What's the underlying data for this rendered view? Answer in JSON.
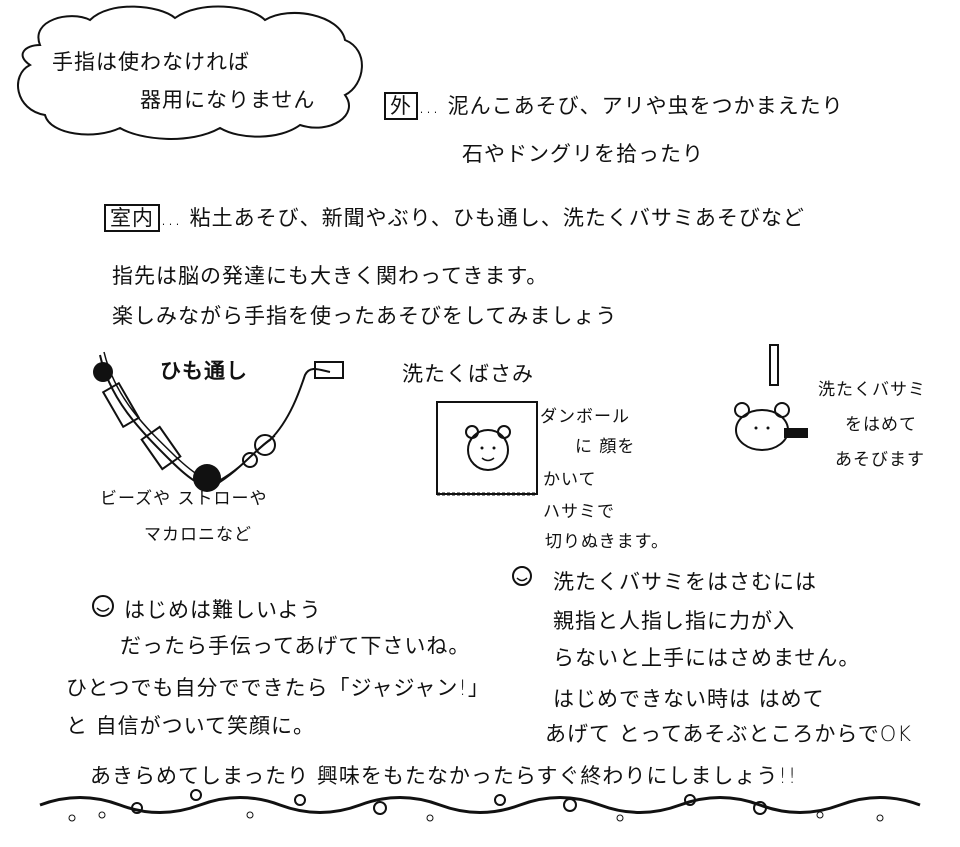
{
  "title_cloud": {
    "line1": "手指は使わなければ",
    "line2": "器用になりません"
  },
  "outdoor": {
    "label": "外",
    "line1": "… 泥んこあそび、アリや虫をつかまえたり",
    "line2": "石やドングリを拾ったり"
  },
  "indoor": {
    "label": "室内",
    "text": "… 粘土あそび、新聞やぶり、ひも通し、洗たくバサミあそびなど"
  },
  "intro": {
    "line1": "指先は脳の発達にも大きく関わってきます。",
    "line2": "楽しみながら手指を使ったあそびをしてみましょう"
  },
  "himo": {
    "title": "ひも通し",
    "caption1": "ビーズや ストローや",
    "caption2": "マカロニなど"
  },
  "sentaku": {
    "title": "洗たくばさみ",
    "cardboard_caption": [
      "ダンボール",
      "に 顔を",
      "かいて",
      "ハサミで",
      "切りぬきます。"
    ],
    "bear_caption": [
      "洗たくバサミ",
      "をはめて",
      "あそびます"
    ]
  },
  "tip1": {
    "lines": [
      "はじめは難しいよう",
      "だったら手伝ってあげて下さいね。",
      "ひとつでも自分でできたら「ジャジャン!」",
      "と 自信がついて笑顔に。"
    ]
  },
  "tip2": {
    "lines": [
      "洗たくバサミをはさむには",
      "親指と人指し指に力が入",
      "らないと上手にはさめません。",
      "はじめできない時は はめて",
      "あげて とってあそぶところからでOK"
    ]
  },
  "closing": "あきらめてしまったり 興味をもたなかったらすぐ終わりにしましょう!!"
}
